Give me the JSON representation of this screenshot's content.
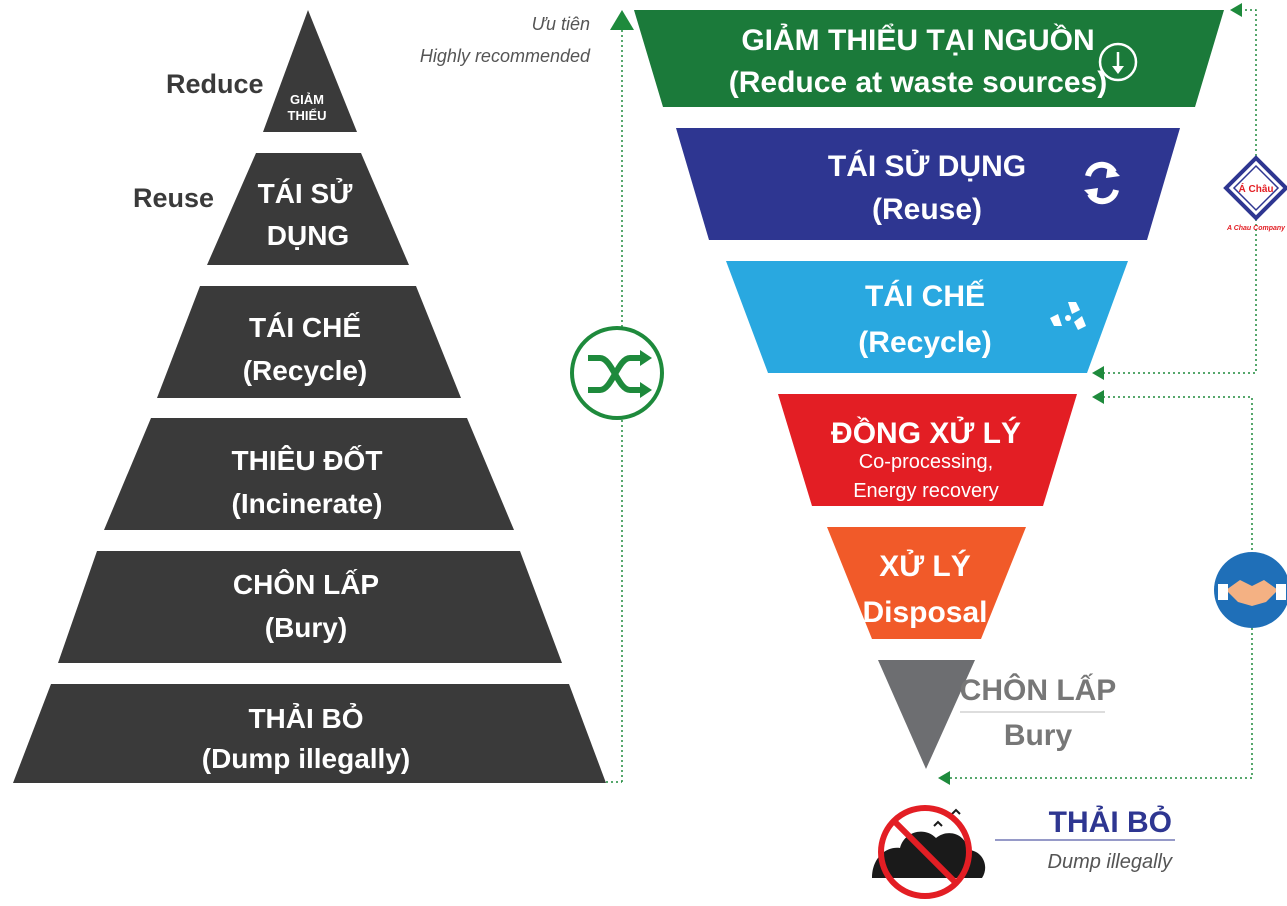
{
  "left_pyramid": {
    "side_labels": {
      "reduce": "Reduce",
      "reuse": "Reuse"
    },
    "tier1": {
      "line1": "GIẢM",
      "line2": "THIỂU"
    },
    "tier2": {
      "line1": "TÁI SỬ",
      "line2": "DỤNG"
    },
    "tier3": {
      "line1": "TÁI CHẾ",
      "line2": "(Recycle)"
    },
    "tier4": {
      "line1": "THIÊU ĐỐT",
      "line2": "(Incinerate)"
    },
    "tier5": {
      "line1": "CHÔN LẤP",
      "line2": "(Bury)"
    },
    "tier6": {
      "line1": "THẢI BỎ",
      "line2": "(Dump illegally)"
    },
    "color": "#3a3a3a"
  },
  "priority": {
    "vi": "Ưu tiên",
    "en": "Highly recommended",
    "color": "#1e8a3c"
  },
  "funnel": {
    "tier1": {
      "line1": "GIẢM THIỂU TẠI NGUỒN",
      "line2": "(Reduce at waste sources)",
      "color": "#1b7a3a",
      "icon": "arrow-down-circle-icon"
    },
    "tier2": {
      "line1": "TÁI SỬ DỤNG",
      "line2": "(Reuse)",
      "color": "#2e3691",
      "icon": "refresh-icon"
    },
    "tier3": {
      "line1": "TÁI CHẾ",
      "line2": "(Recycle)",
      "color": "#29a8e0",
      "icon": "recycle-icon"
    },
    "tier4": {
      "line1": "ĐỒNG XỬ LÝ",
      "line2": "Co-processing,",
      "line3": "Energy recovery",
      "color": "#e31e24"
    },
    "tier5": {
      "line1": "XỬ LÝ",
      "line2": "Disposal",
      "color": "#f15a29"
    },
    "tier6": {
      "line1": "CHÔN LẤP",
      "line2": "Bury",
      "color": "#6d6e71"
    },
    "dump": {
      "title": "THẢI BỎ",
      "subtitle": "Dump illegally",
      "title_color": "#2e3691"
    }
  },
  "logo": {
    "text": "Á Châu",
    "company": "A Chau Company",
    "color": "#e31e24"
  }
}
